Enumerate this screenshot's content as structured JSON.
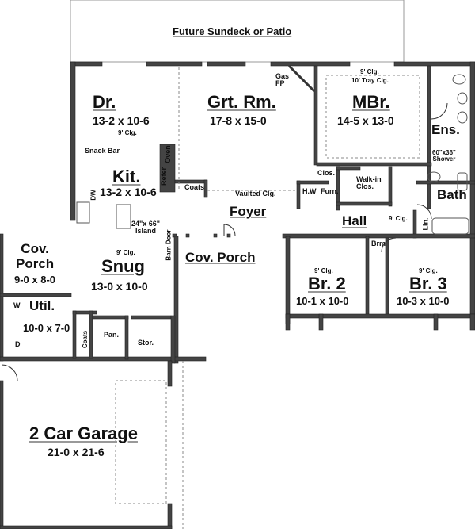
{
  "plan": {
    "future_area": "Future Sundeck or Patio",
    "rooms": {
      "dining": {
        "name": "Dr.",
        "dims": "13-2 x 10-6",
        "ceiling": "9' Clg."
      },
      "great_room": {
        "name": "Grt. Rm.",
        "dims": "17-8 x 15-0"
      },
      "master_bedroom": {
        "name": "MBr.",
        "dims": "14-5 x 13-0",
        "ceiling": "9' Clg.",
        "tray": "10' Tray Clg."
      },
      "ensuite": {
        "name": "Ens."
      },
      "kitchen": {
        "name": "Kit.",
        "dims": "13-2 x 10-6"
      },
      "foyer": {
        "name": "Foyer"
      },
      "hall": {
        "name": "Hall",
        "ceiling": "9' Clg."
      },
      "bath": {
        "name": "Bath"
      },
      "walk_in_closet": {
        "name": "Walk-in\nClos."
      },
      "covered_porch_front": {
        "name": "Cov. Porch"
      },
      "covered_porch_side": {
        "name": "Cov.\nPorch",
        "dims": "9-0 x 8-0"
      },
      "snug": {
        "name": "Snug",
        "dims": "13-0 x 10-0",
        "ceiling": "9' Clg."
      },
      "utility": {
        "name": "Util.",
        "dims": "10-0 x 7-0"
      },
      "bedroom2": {
        "name": "Br. 2",
        "dims": "10-1 x 10-0",
        "ceiling": "9' Clg."
      },
      "bedroom3": {
        "name": "Br. 3",
        "dims": "10-3 x 10-0",
        "ceiling": "9' Clg."
      },
      "garage": {
        "name": "2 Car Garage",
        "dims": "21-0 x 21-6"
      }
    },
    "fixtures": {
      "gas_fp": "Gas\nFP",
      "snack_bar": "Snack Bar",
      "oven": "Oven",
      "refer": "Refer",
      "coats_kitchen": "Coats",
      "dw": "DW",
      "island": "24\"x 66\"\nIsland",
      "vaulted": "Vaulted Clg.",
      "hw": "H.W",
      "furn": "Furn.",
      "clos": "Clos.",
      "lin": "Lin.",
      "brm": "Brm",
      "shower": "60\"x36\"\nShower",
      "barn_door": "Barn Door",
      "washer": "W",
      "dryer": "D",
      "coats_util": "Coats",
      "pantry": "Pan.",
      "storage": "Stor."
    }
  }
}
